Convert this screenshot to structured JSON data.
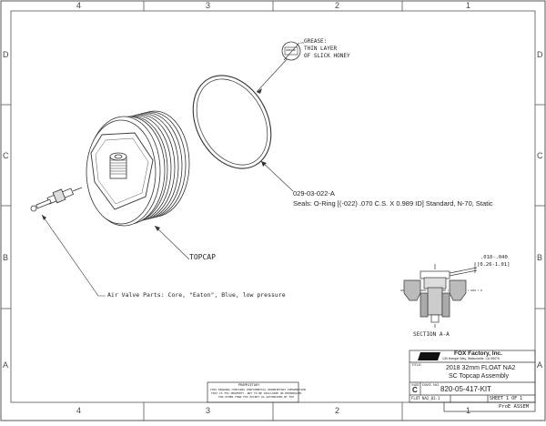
{
  "border": {
    "columns_top": [
      "4",
      "3",
      "2",
      "1"
    ],
    "columns_bottom": [
      "4",
      "3",
      "2",
      "1"
    ],
    "rows_left": [
      "D",
      "C",
      "B",
      "A"
    ],
    "rows_right": [
      "D",
      "C",
      "B",
      "A"
    ]
  },
  "callouts": {
    "grease_icon": "GREASE",
    "grease_note": [
      "GREASE:",
      "THIN LAYER",
      "OF SLICK HONEY"
    ],
    "oring_part": "029-03-022-A",
    "oring_desc": "Seals: O-Ring [(-022) .070 C.S. X 0.989 ID] Standard, N-70, Static",
    "topcap": "TOPCAP",
    "air_valve": "Air Valve Parts: Core, \"Eaton\", Blue, low pressure",
    "dimension": [
      ".010-.040",
      "[0.26-1.01]"
    ],
    "section": "SECTION A-A"
  },
  "title_block": {
    "company": "FOX Factory, Inc.",
    "address": "130 Hangar Way, Watsonville, CA 95076",
    "title_line1": "2018 32mm FLOAT NA2",
    "title_line2": "SC Topcap Assembly",
    "size_label": "SIZE",
    "size": "C",
    "dwg_label": "DWG. NO.",
    "dwg_no": "820-05-417-KIT",
    "sheet": "SHEET 1 OF 1",
    "file": "FLOT NA2_03.1",
    "status": "ProE ASSEM",
    "title_label": "TITLE"
  },
  "proprietary": [
    "PROPRIETARY",
    "THIS DRAWING CONTAINS CONFIDENTIAL PROPRIETARY INFORMATION",
    "THAT IS FOX PROPERTY. NOT TO BE DISCLOSED OR REPRODUCED",
    "FOR OTHER THAN FOX EXCEPT AS AUTHORIZED BY FOX"
  ]
}
